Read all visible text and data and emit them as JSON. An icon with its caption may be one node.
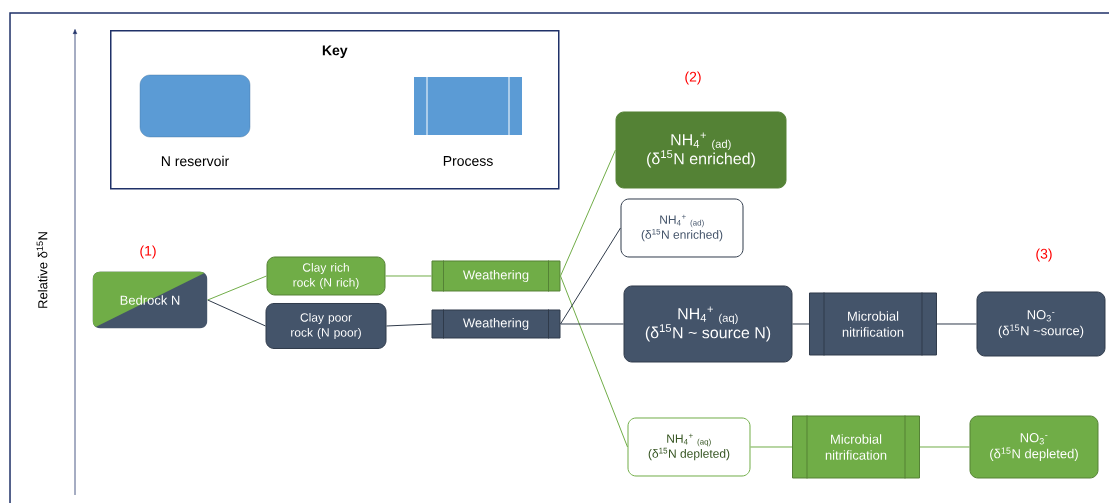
{
  "diagram": {
    "nodes": [
      {
        "text": [
          "Key"
        ]
      },
      {
        "text": [
          "Bedrock N"
        ]
      },
      {
        "text": [
          "Clay rich rock (N rich)"
        ]
      },
      {
        "text": [
          "Clay poor rock (N poor)"
        ]
      },
      {
        "text": [
          "Weathering"
        ]
      },
      {
        "text": [
          "Weathering"
        ]
      },
      {
        "text": [
          "NH$_{4}$$^{+}$ $_{(ad)}$",
          "(δ$^{15}$N enriched)"
        ]
      },
      {
        "text": [
          "NH$_{4}$$^{+}$ $_{(ad)}$",
          "(δ$^{15}$N enriched)"
        ]
      },
      {
        "text": [
          "NH$_{4}$$^{+}$ $_{(aq)}$",
          "(δ$^{15}$N ~ source N)"
        ]
      },
      {
        "text": [
          "Microbial nitrification"
        ]
      },
      {
        "text": [
          "NO$_{3}$$^{-}$",
          "(δ$^{15}$N ~source)"
        ]
      },
      {
        "text": [
          "NH$_{4}$$^{+}$ $_{(aq)}$",
          "(δ$^{15}$N depleted)"
        ]
      },
      {
        "text": [
          "Microbial nitrification"
        ]
      },
      {
        "text": [
          "NO$_{3}$$^{-}$",
          "(δ$^{15}$N depleted)"
        ]
      }
    ],
    "edges": [
      {
        "from": 1,
        "to": 2,
        "arrow": "none",
        "color": "#70ad47"
      },
      {
        "from": 1,
        "to": 3,
        "arrow": "none",
        "color": "#2f3a4a"
      },
      {
        "from": 2,
        "to": 4,
        "arrow": "none",
        "color": "#70ad47"
      },
      {
        "from": 3,
        "to": 5,
        "arrow": "none",
        "color": "#2f3a4a"
      },
      {
        "from": 4,
        "to": 6,
        "arrow": "none",
        "color": "#70ad47"
      },
      {
        "from": 4,
        "to": 11,
        "arrow": "none",
        "color": "#70ad47"
      },
      {
        "from": 5,
        "to": 7,
        "arrow": "none",
        "color": "#2f3a4a"
      },
      {
        "from": 5,
        "to": 8,
        "arrow": "none",
        "color": "#2f3a4a"
      },
      {
        "from": 8,
        "to": 9,
        "arrow": "none",
        "color": "#2f3a4a"
      },
      {
        "from": 9,
        "to": 10,
        "arrow": "none",
        "color": "#2f3a4a"
      },
      {
        "from": 11,
        "to": 12,
        "arrow": "none",
        "color": "#70ad47"
      },
      {
        "from": 12,
        "to": 13,
        "arrow": "none",
        "color": "#70ad47"
      }
    ],
    "labels": [
      "Relative δ$^{15}$N",
      "(2)",
      "(1)",
      "(3)"
    ],
    "legend": [
      {
        "text": "N reservoir"
      },
      {
        "text": "Process"
      }
    ]
  }
}
